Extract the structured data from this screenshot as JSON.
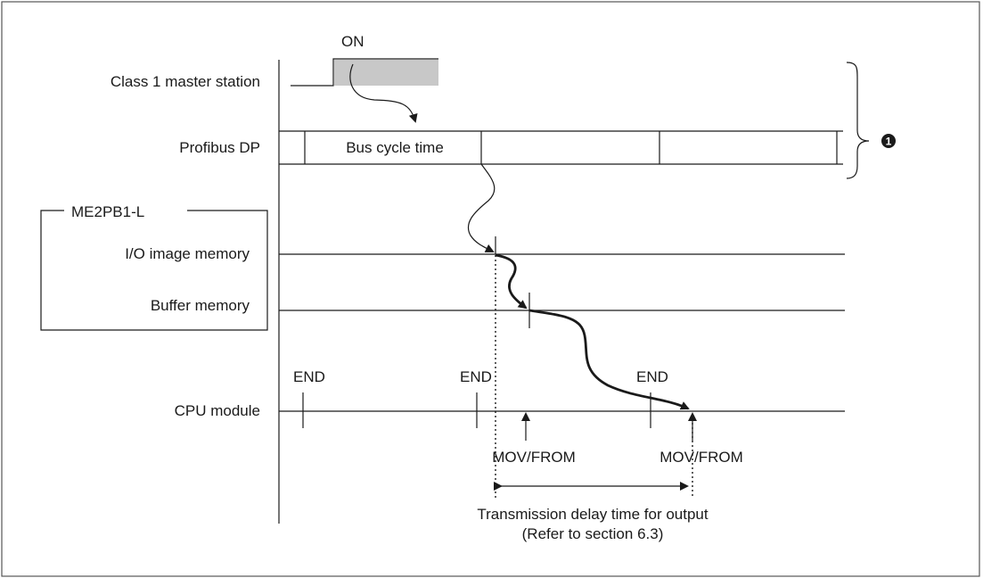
{
  "rows": {
    "master": "Class 1 master station",
    "profibus": "Profibus DP",
    "module_group": "ME2PB1-L",
    "io_memory": "I/O image memory",
    "buffer_memory": "Buffer memory",
    "cpu": "CPU module"
  },
  "signals": {
    "on": "ON",
    "bus_cycle": "Bus cycle time",
    "end_1": "END",
    "end_2": "END",
    "end_3": "END",
    "mov_1": "MOV/FROM",
    "mov_2": "MOV/FROM"
  },
  "delay": {
    "line1": "Transmission delay time for output",
    "line2": "(Refer to section 6.3)"
  },
  "callout": {
    "number": "1"
  },
  "colors": {
    "line": "#1a1a1a",
    "on_fill": "#c8c8c8",
    "frame": "#555555"
  }
}
